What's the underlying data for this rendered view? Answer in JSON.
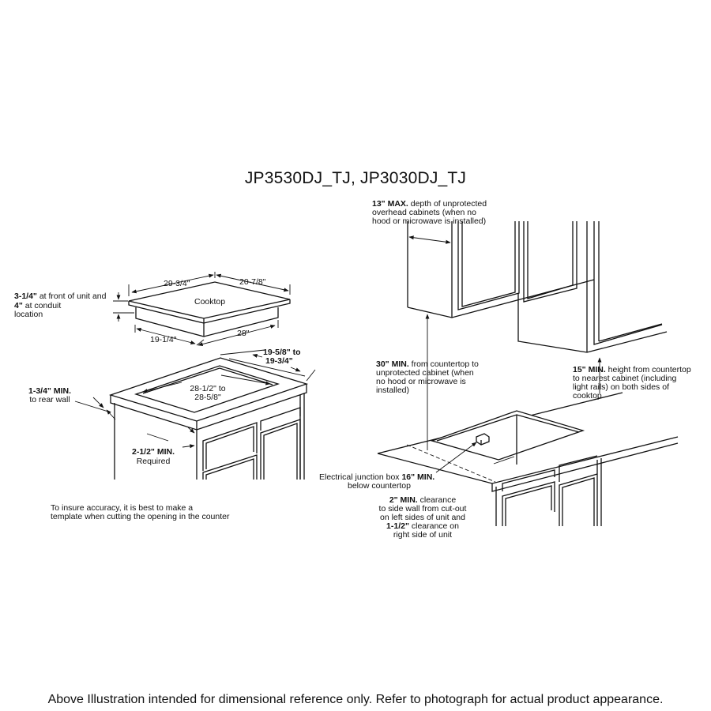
{
  "title": "JP3530DJ_TJ, JP3030DJ_TJ",
  "footer": "Above Illustration intended for dimensional reference only. Refer to photograph for actual product appearance.",
  "left_diagram": {
    "cooktop_label": "Cooktop",
    "dim_width": "29-3/4\"",
    "dim_depth": "20-7/8\"",
    "dim_height_bold": "3-1/4\"",
    "dim_height_text": " at front of unit and",
    "dim_conduit_bold": "4\"",
    "dim_conduit_text": " at conduit",
    "dim_conduit_text2": "location",
    "dim_base_depth": "19-1/4\"",
    "dim_base_width": "28\"",
    "cutout_depth_1": "19-5/8\" to",
    "cutout_depth_2": "19-3/4\"",
    "cutout_width_1": "28-1/2\" to",
    "cutout_width_2": "28-5/8\"",
    "rear_wall_bold": "1-3/4\" MIN.",
    "rear_wall_text": "to rear wall",
    "front_min_bold": "2-1/2\" MIN.",
    "front_min_text": "Required",
    "note_1": "To insure accuracy, it is best to make a",
    "note_2": "template when cutting the opening in the counter"
  },
  "right_diagram": {
    "max_depth_bold": "13\" MAX.",
    "max_depth_text1": " depth of unprotected",
    "max_depth_text2": "overhead cabinets (when no",
    "max_depth_text3": "hood or microwave is installed)",
    "min30_bold": "30\" MIN.",
    "min30_text1": " from countertop to",
    "min30_text2": "unprotected cabinet (when",
    "min30_text3": "no hood or microwave is",
    "min30_text4": "installed)",
    "min15_bold": "15\" MIN.",
    "min15_text1": " height from countertop",
    "min15_text2": "to nearest cabinet (including",
    "min15_text3": "light rails) on both sides of",
    "min15_text4": "cooktop",
    "junction_text": "Electrical junction box ",
    "junction_bold": "16\" MIN.",
    "junction_text2": "below countertop",
    "side_bold": "2\" MIN.",
    "side_text1": " clearance",
    "side_text2": "to side wall from cut-out",
    "side_text3": "on left sides of unit and",
    "side_bold2": "1-1/2\"",
    "side_text4": " clearance on",
    "side_text5": "right side of unit"
  }
}
